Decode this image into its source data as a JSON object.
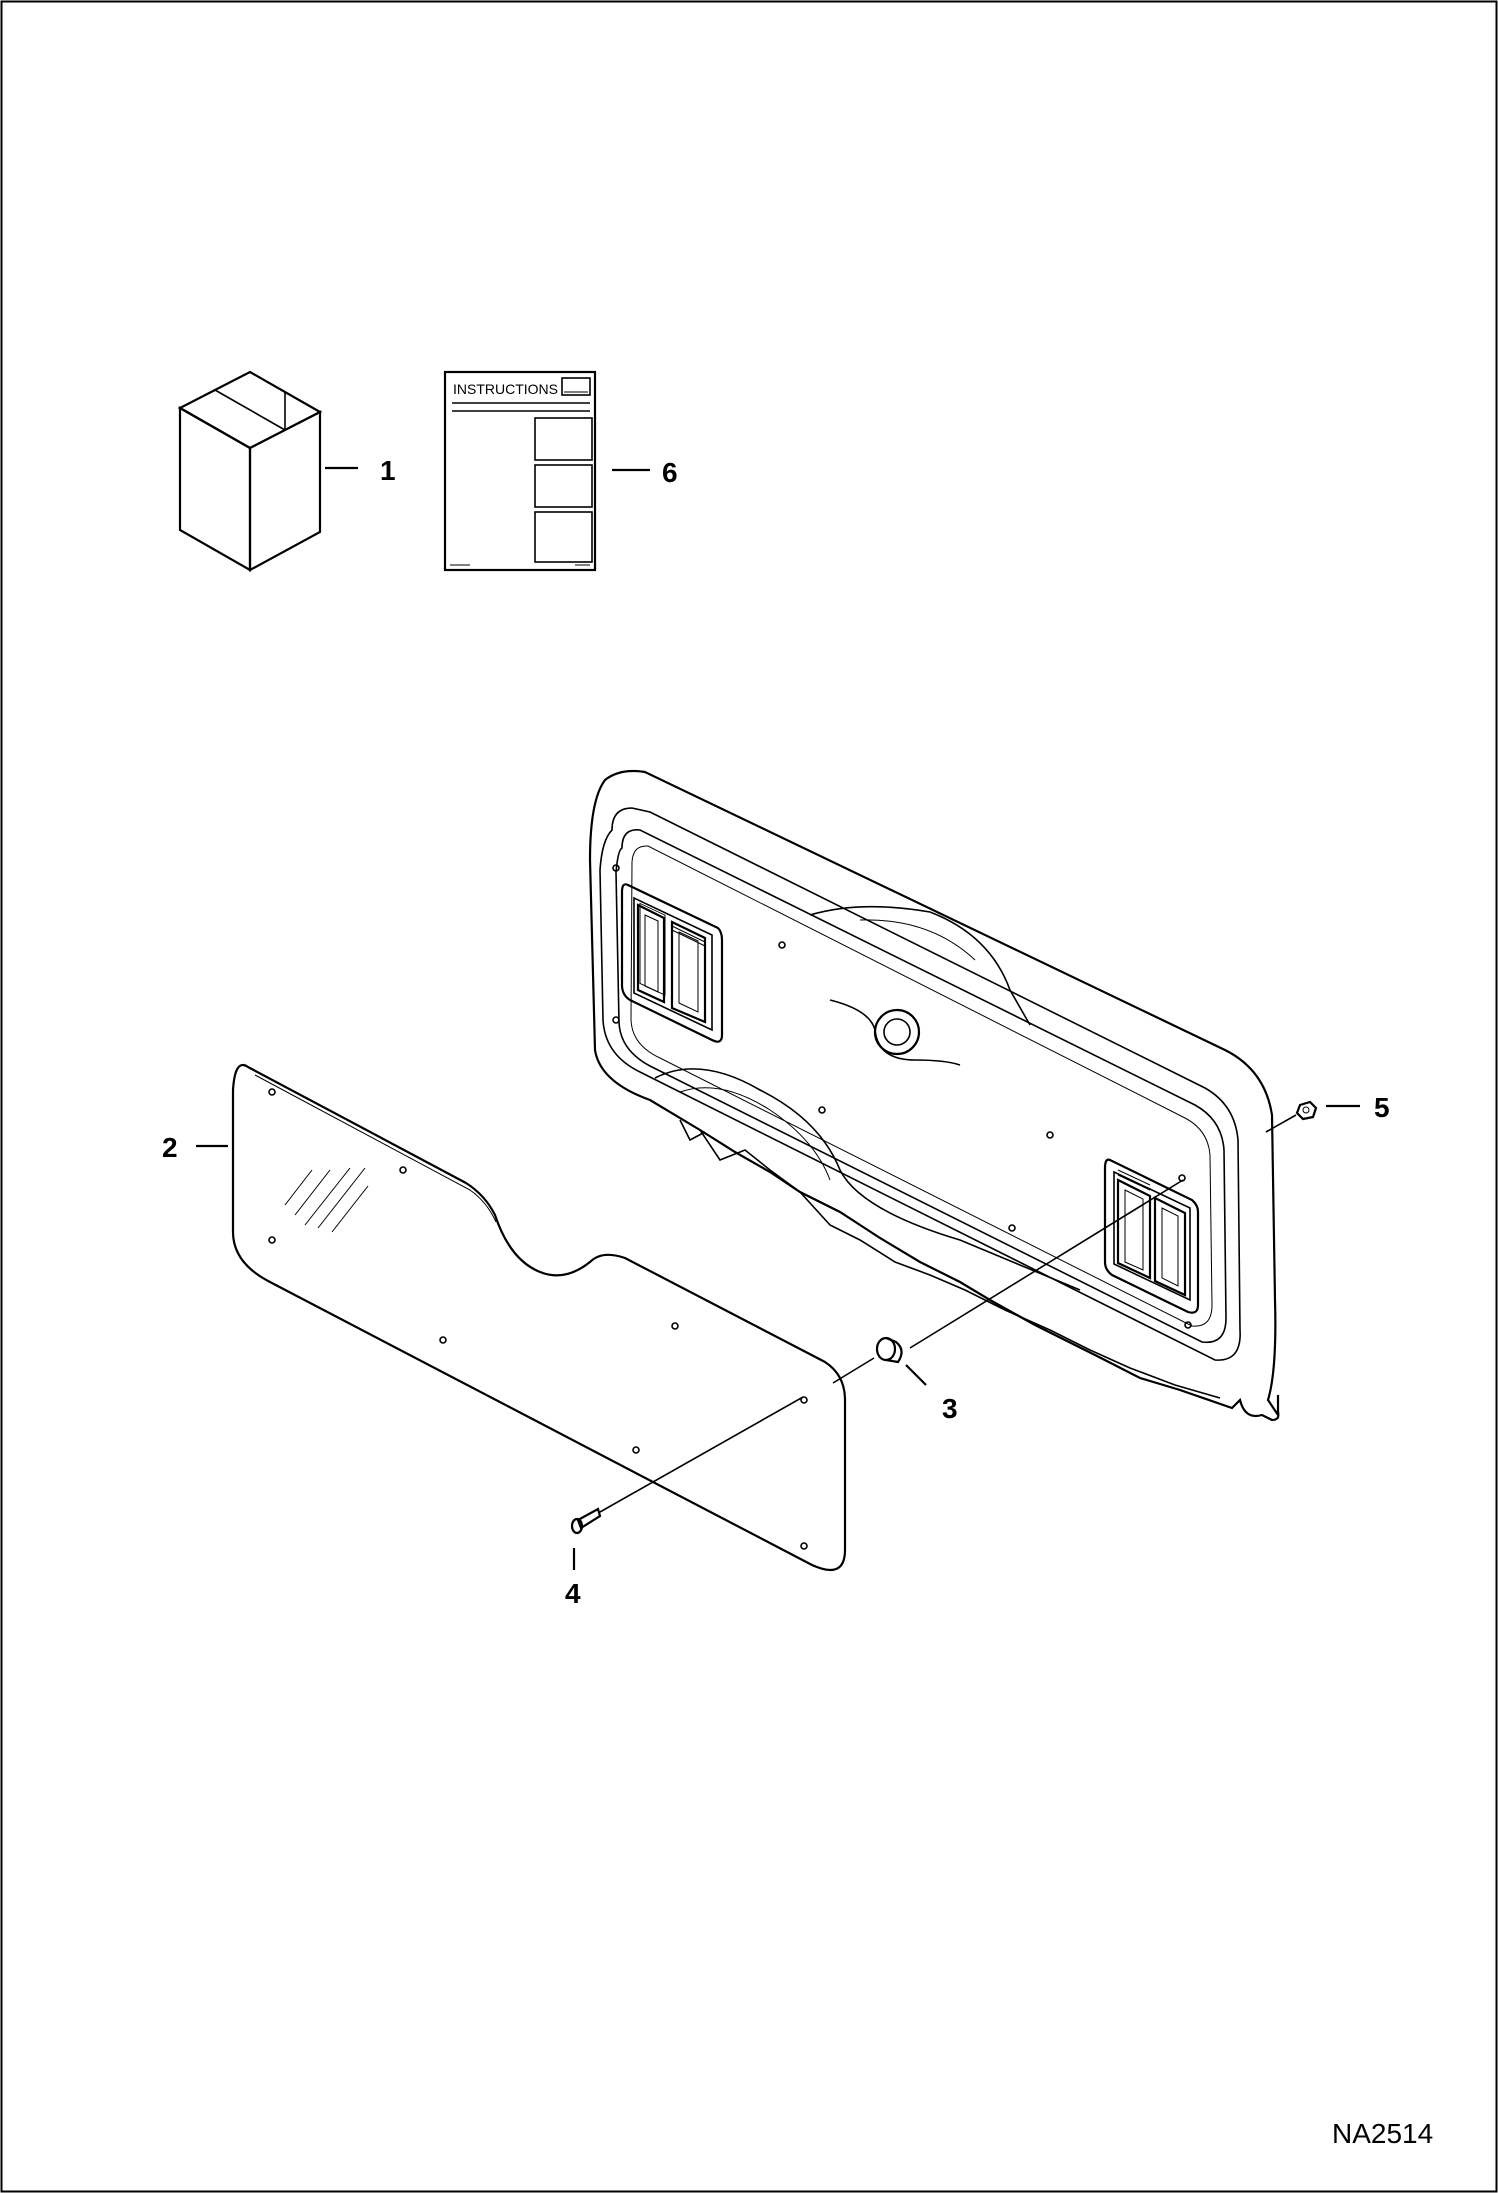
{
  "diagram": {
    "reference_code": "NA2514",
    "instructions_label": "INSTRUCTIONS",
    "callouts": [
      {
        "id": "callout-1",
        "label": "1"
      },
      {
        "id": "callout-2",
        "label": "2"
      },
      {
        "id": "callout-3",
        "label": "3"
      },
      {
        "id": "callout-4",
        "label": "4"
      },
      {
        "id": "callout-5",
        "label": "5"
      },
      {
        "id": "callout-6",
        "label": "6"
      }
    ]
  }
}
